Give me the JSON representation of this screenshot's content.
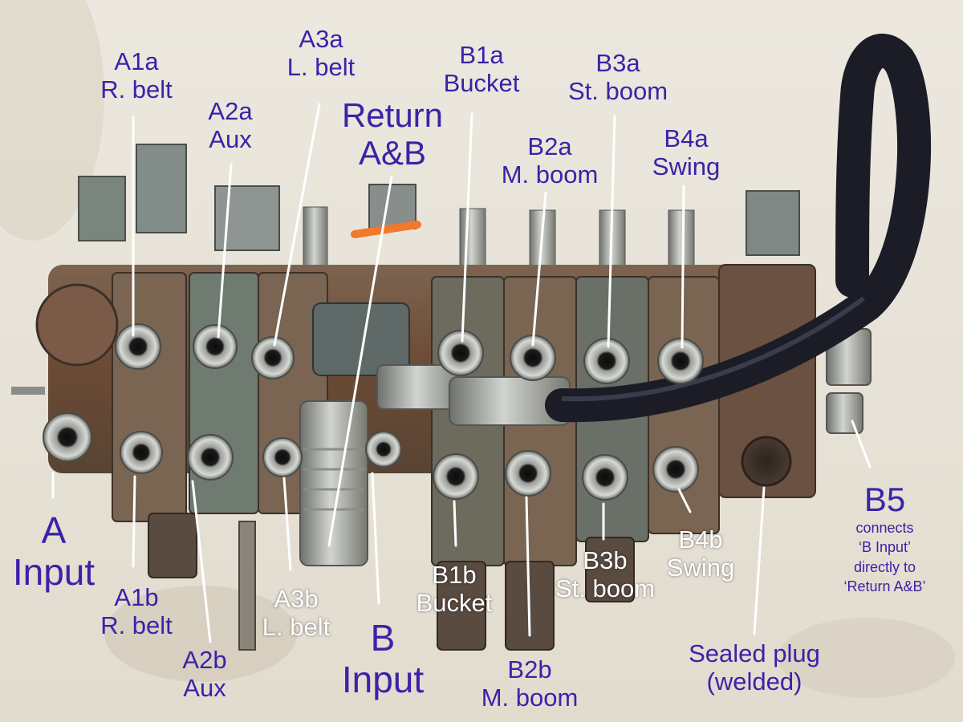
{
  "photo": {
    "subject_icon": "hydraulic-control-valve-bank-icon",
    "colors": {
      "backdrop": "#e9e4da",
      "rust": "#6e4a32",
      "steel": "#a8aaa4",
      "hose": "#1b1c26",
      "blue_label": "#3b22a8",
      "white_label": "#ffffff"
    }
  },
  "labels": {
    "a1a": {
      "code": "A1a",
      "name": "R. belt"
    },
    "a2a": {
      "code": "A2a",
      "name": "Aux"
    },
    "a3a": {
      "code": "A3a",
      "name": "L. belt"
    },
    "return_ab": {
      "line1": "Return",
      "line2": "A&B"
    },
    "b1a": {
      "code": "B1a",
      "name": "Bucket"
    },
    "b2a": {
      "code": "B2a",
      "name": "M. boom"
    },
    "b3a": {
      "code": "B3a",
      "name": "St. boom"
    },
    "b4a": {
      "code": "B4a",
      "name": "Swing"
    },
    "a_input": {
      "line1": "A",
      "line2": "Input"
    },
    "a1b": {
      "code": "A1b",
      "name": "R. belt"
    },
    "a2b": {
      "code": "A2b",
      "name": "Aux"
    },
    "a3b": {
      "code": "A3b",
      "name": "L. belt"
    },
    "b_input": {
      "line1": "B",
      "line2": "Input"
    },
    "b1b": {
      "code": "B1b",
      "name": "Bucket"
    },
    "b2b": {
      "code": "B2b",
      "name": "M. boom"
    },
    "b3b": {
      "code": "B3b",
      "name": "St. boom"
    },
    "b4b": {
      "code": "B4b",
      "name": "Swing"
    },
    "b5": {
      "code": "B5",
      "line1": "connects",
      "line2": "‘B Input’",
      "line3": "directly to",
      "line4": "‘Return A&B’"
    },
    "sealed_plug": {
      "line1": "Sealed plug",
      "line2": "(welded)"
    }
  }
}
